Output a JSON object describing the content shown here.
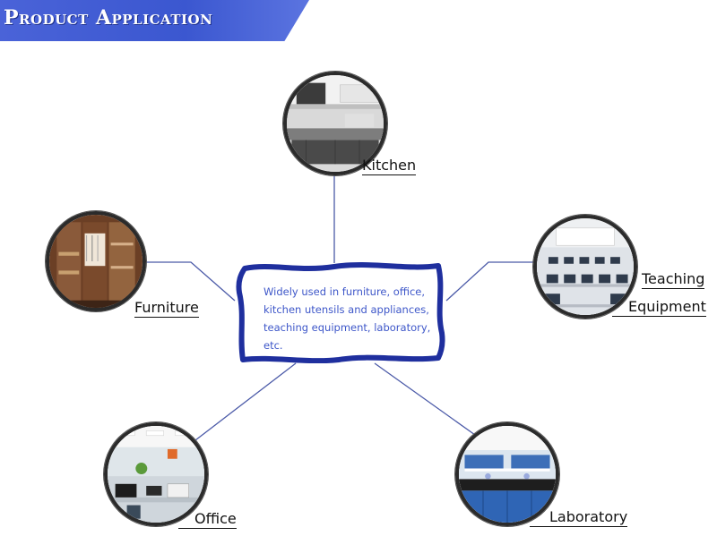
{
  "header": {
    "title": "Product Application"
  },
  "center": {
    "text": "Widely used in furniture, office, kitchen utensils and appliances, teaching equipment, laboratory, etc."
  },
  "applications": {
    "kitchen": {
      "label": "Kitchen"
    },
    "furniture": {
      "label": "Furniture"
    },
    "teaching": {
      "label_line1": "Teaching",
      "label_line2": "Equipment"
    },
    "office": {
      "label": "Office"
    },
    "laboratory": {
      "label": "Laboratory"
    }
  },
  "colors": {
    "banner": "#3b57d0",
    "connector": "#4b5aa8",
    "center_border": "#1f2f9e",
    "center_text": "#3e57c9"
  }
}
